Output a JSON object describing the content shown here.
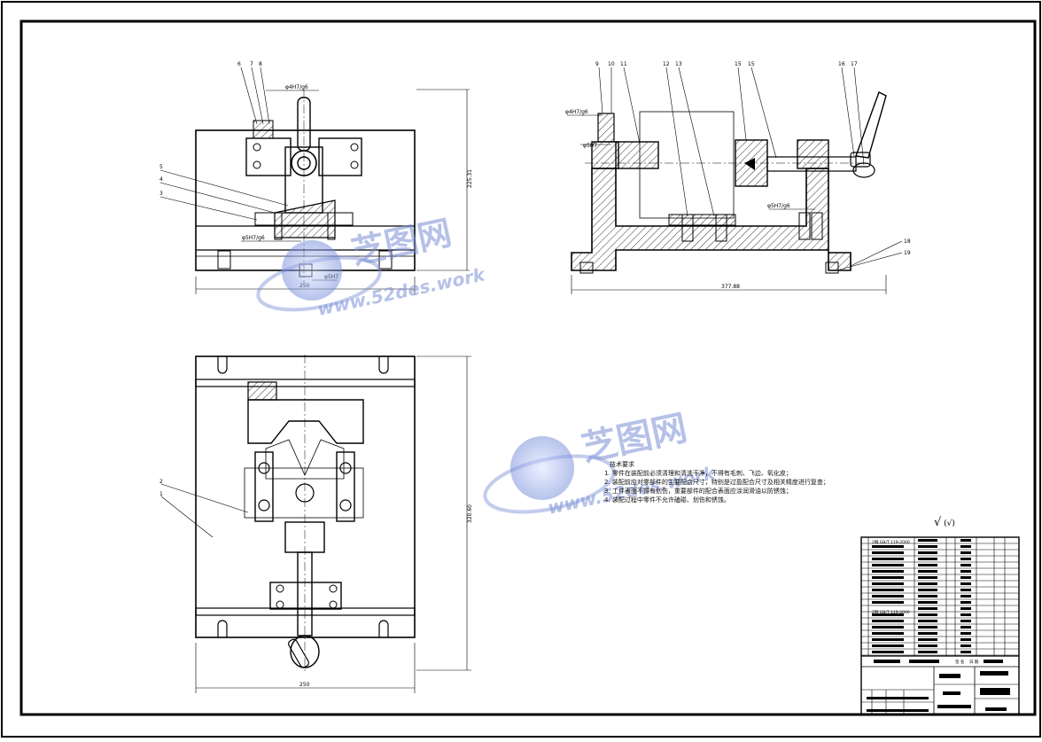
{
  "drawing": {
    "front_view": {
      "balloons": [
        "6",
        "7",
        "8",
        "5",
        "4",
        "3"
      ],
      "fit_top": "φ4H7/g6",
      "fit_bottom": "φ5H7/g6",
      "fit_pin": "φ5H7",
      "dim_width": "250",
      "dim_height": "225.31"
    },
    "side_view": {
      "balloons_top": [
        "9",
        "10",
        "11",
        "12",
        "13",
        "15",
        "15",
        "16",
        "17"
      ],
      "balloons_right": [
        "18",
        "19"
      ],
      "fit_left": "φ4H7/g6",
      "fit_mid": "φ5H7",
      "fit_right": "φ5H7/g6",
      "dim_length": "377.88"
    },
    "top_view": {
      "balloons": [
        "2",
        "1"
      ],
      "dim_width": "250",
      "dim_height": "320.60"
    },
    "technical_requirements": {
      "title": "技术要求",
      "items": [
        "1. 零件在装配前必须清理和清洗干净，不得有毛刺、飞边、氧化皮；",
        "2. 装配前应对零部件的主要配合尺寸，特别是过盈配合尺寸及相关精度进行复查；",
        "3. 工件表面不得有划伤，重要部件的配合表面应涂润滑油以防锈蚀；",
        "4. 装配过程中零件不允许磕碰、划伤和锈蚀。"
      ]
    },
    "roughness": "(√)",
    "title_block": {
      "row_labels": [
        "2钢 GB/T 119-2000",
        "2钢 GB/T 119-2000"
      ],
      "sign_label": "签 名",
      "date_label": "日 期"
    }
  },
  "watermark": {
    "cn": "芝图网",
    "en": "www.52des.work"
  }
}
